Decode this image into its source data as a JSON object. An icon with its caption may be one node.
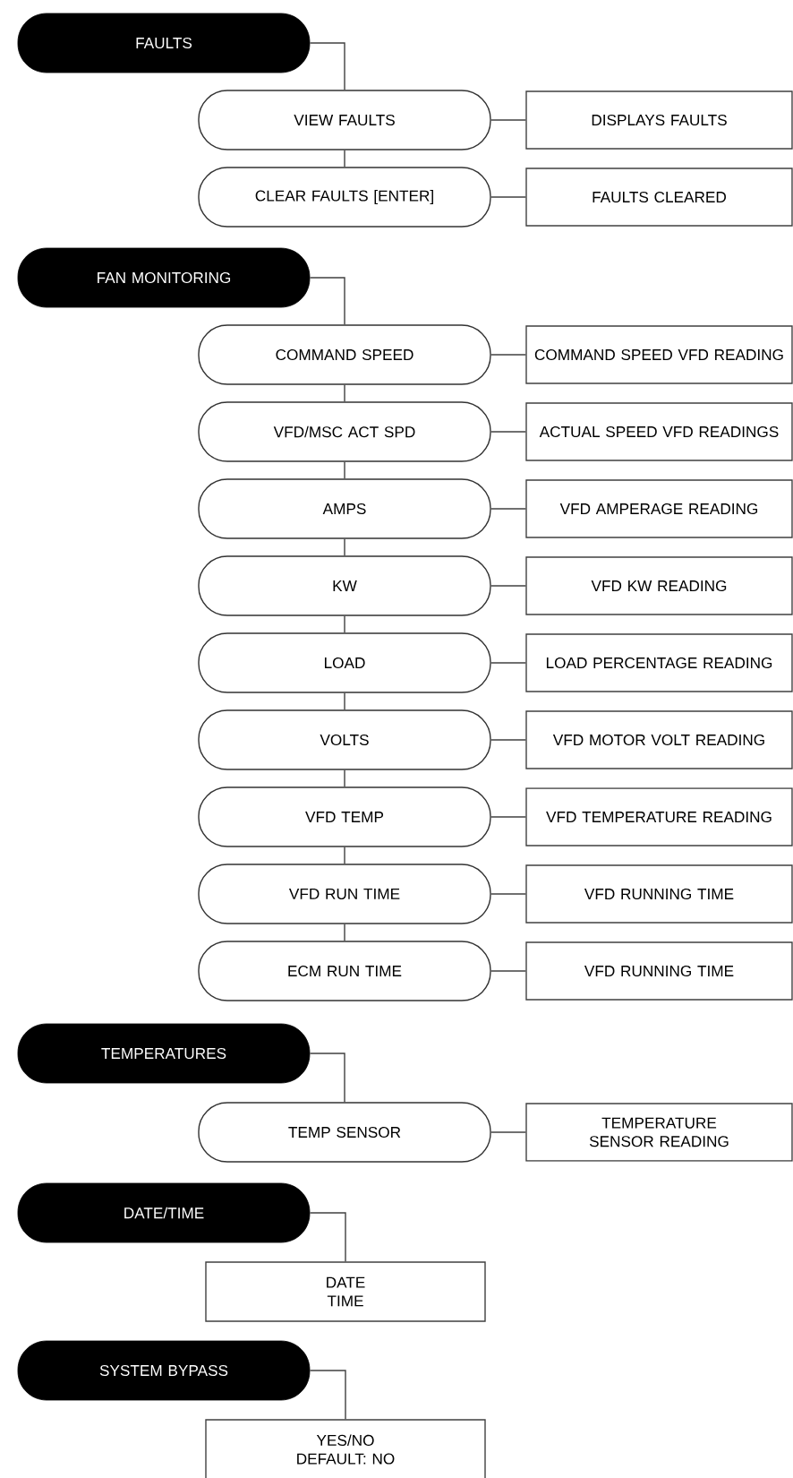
{
  "diagram": {
    "nodes": [
      {
        "text": [
          "FAULTS"
        ]
      },
      {
        "text": [
          "VIEW FAULTS"
        ]
      },
      {
        "text": [
          "DISPLAYS FAULTS"
        ]
      },
      {
        "text": [
          "CLEAR FAULTS [ENTER]"
        ]
      },
      {
        "text": [
          "FAULTS CLEARED"
        ]
      },
      {
        "text": [
          "FAN MONITORING"
        ]
      },
      {
        "text": [
          "COMMAND SPEED"
        ]
      },
      {
        "text": [
          "COMMAND SPEED VFD READING"
        ]
      },
      {
        "text": [
          "VFD/MSC ACT SPD"
        ]
      },
      {
        "text": [
          "ACTUAL SPEED VFD READINGS"
        ]
      },
      {
        "text": [
          "AMPS"
        ]
      },
      {
        "text": [
          "VFD AMPERAGE READING"
        ]
      },
      {
        "text": [
          "KW"
        ]
      },
      {
        "text": [
          "VFD KW READING"
        ]
      },
      {
        "text": [
          "LOAD"
        ]
      },
      {
        "text": [
          "LOAD PERCENTAGE READING"
        ]
      },
      {
        "text": [
          "VOLTS"
        ]
      },
      {
        "text": [
          "VFD MOTOR VOLT READING"
        ]
      },
      {
        "text": [
          "VFD TEMP"
        ]
      },
      {
        "text": [
          "VFD TEMPERATURE READING"
        ]
      },
      {
        "text": [
          "VFD RUN TIME"
        ]
      },
      {
        "text": [
          "VFD RUNNING TIME"
        ]
      },
      {
        "text": [
          "ECM RUN TIME"
        ]
      },
      {
        "text": [
          "VFD RUNNING TIME"
        ]
      },
      {
        "text": [
          "TEMPERATURES"
        ]
      },
      {
        "text": [
          "TEMP SENSOR"
        ]
      },
      {
        "text": [
          "TEMPERATURE SENSOR READING"
        ]
      },
      {
        "text": [
          "DATE/TIME"
        ]
      },
      {
        "text": [
          "DATE",
          "TIME"
        ]
      },
      {
        "text": [
          "SYSTEM BYPASS"
        ]
      },
      {
        "text": [
          "YES/NO",
          "DEFAULT: NO"
        ]
      }
    ],
    "edges": [
      {
        "from": 0,
        "to": 1,
        "arrow": "none"
      },
      {
        "from": 1,
        "to": 2,
        "arrow": "none"
      },
      {
        "from": 1,
        "to": 3,
        "arrow": "none"
      },
      {
        "from": 3,
        "to": 4,
        "arrow": "none"
      },
      {
        "from": 5,
        "to": 6,
        "arrow": "none"
      },
      {
        "from": 6,
        "to": 7,
        "arrow": "none"
      },
      {
        "from": 6,
        "to": 8,
        "arrow": "none"
      },
      {
        "from": 8,
        "to": 9,
        "arrow": "none"
      },
      {
        "from": 8,
        "to": 10,
        "arrow": "none"
      },
      {
        "from": 10,
        "to": 11,
        "arrow": "none"
      },
      {
        "from": 10,
        "to": 12,
        "arrow": "none"
      },
      {
        "from": 12,
        "to": 13,
        "arrow": "none"
      },
      {
        "from": 12,
        "to": 14,
        "arrow": "none"
      },
      {
        "from": 14,
        "to": 15,
        "arrow": "none"
      },
      {
        "from": 14,
        "to": 16,
        "arrow": "none"
      },
      {
        "from": 16,
        "to": 17,
        "arrow": "none"
      },
      {
        "from": 16,
        "to": 18,
        "arrow": "none"
      },
      {
        "from": 18,
        "to": 19,
        "arrow": "none"
      },
      {
        "from": 18,
        "to": 20,
        "arrow": "none"
      },
      {
        "from": 20,
        "to": 21,
        "arrow": "none"
      },
      {
        "from": 20,
        "to": 22,
        "arrow": "none"
      },
      {
        "from": 22,
        "to": 23,
        "arrow": "none"
      },
      {
        "from": 24,
        "to": 25,
        "arrow": "none"
      },
      {
        "from": 25,
        "to": 26,
        "arrow": "none"
      },
      {
        "from": 27,
        "to": 28,
        "arrow": "none"
      },
      {
        "from": 29,
        "to": 30,
        "arrow": "none"
      }
    ]
  }
}
